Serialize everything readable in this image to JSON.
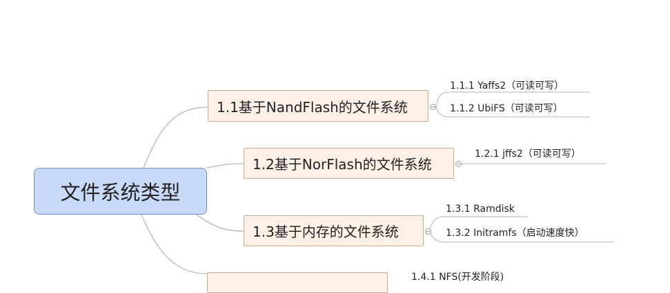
{
  "root": {
    "label": "文件系统类型"
  },
  "branches": [
    {
      "label": "1.1基于NandFlash的文件系统",
      "leaves": [
        "1.1.1  Yaffs2（可读可写）",
        "1.1.2  UbiFS（可读可写）"
      ]
    },
    {
      "label": "1.2基于NorFlash的文件系统",
      "leaves": [
        "1.2.1  jffs2（可读可写）"
      ]
    },
    {
      "label": "1.3基于内存的文件系统",
      "leaves": [
        "1.3.1  Ramdisk",
        "1.3.2  Initramfs（启动速度快）"
      ]
    },
    {
      "label": "",
      "leaves": [
        "1.4.1  NFS(开发阶段)"
      ]
    }
  ],
  "colors": {
    "root_fill": "#c9daf8",
    "branch_fill": "#fdf0e7",
    "connector": "#b3b3b3"
  }
}
